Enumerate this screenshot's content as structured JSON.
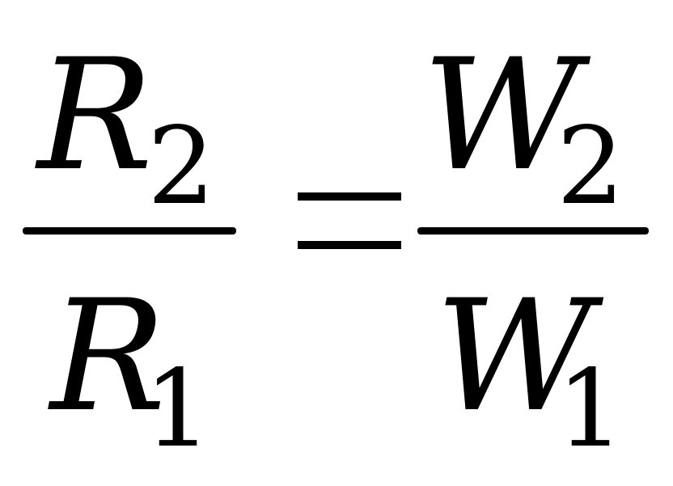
{
  "equation": {
    "left_fraction": {
      "numerator": {
        "variable": "R",
        "subscript": "2"
      },
      "denominator": {
        "variable": "R",
        "subscript": "1"
      }
    },
    "relation": "=",
    "right_fraction": {
      "numerator": {
        "variable": "W",
        "subscript": "2"
      },
      "denominator": {
        "variable": "W",
        "subscript": "1"
      }
    }
  }
}
